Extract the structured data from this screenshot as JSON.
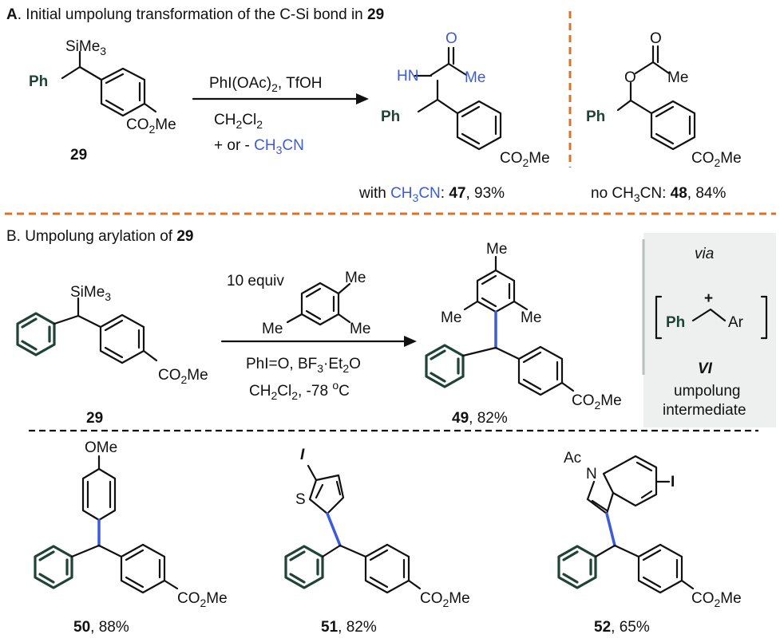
{
  "section_a": {
    "letter": "A",
    "title": ". Initial umpolung transformation of the C-Si bond in ",
    "title_num": "29",
    "reagent_line1": "PhI(OAc)",
    "reagent_line1_sub": "2",
    "reagent_line1_tail": ", TfOH",
    "reagent_solvent": "CH",
    "reagent_solvent_sub1": "2",
    "reagent_solvent_mid": "Cl",
    "reagent_solvent_sub2": "2",
    "reagent_option": "+ or - ",
    "reagent_acn": "CH",
    "reagent_acn_sub": "3",
    "reagent_acn_tail": "CN",
    "sm_label": "29",
    "yield_47_prefix": "with ",
    "yield_47_acn": "CH",
    "yield_47_acn_sub": "3",
    "yield_47_acn_tail": "CN",
    "yield_47_colon": ": ",
    "yield_47_num": "47",
    "yield_47_val": ", 93%",
    "yield_48_prefix": "no CH",
    "yield_48_sub": "3",
    "yield_48_tail": "CN: ",
    "yield_48_num": "48",
    "yield_48_val": ", 84%"
  },
  "section_b": {
    "title": "B. Umpolung arylation of ",
    "title_num": "29",
    "reagent_equiv": "10 equiv",
    "reagent_oxidant": "PhI=O, BF",
    "reagent_oxidant_sub": "3",
    "reagent_oxidant_tail": "·Et",
    "reagent_oxidant_sub2": "2",
    "reagent_oxidant_end": "O",
    "reagent_cond": "CH",
    "reagent_cond_sub1": "2",
    "reagent_cond_mid": "Cl",
    "reagent_cond_sub2": "2",
    "reagent_cond_temp": ", -78 ",
    "reagent_cond_deg": "o",
    "reagent_cond_unit": "C",
    "sm_label": "29",
    "product_num": "49",
    "product_val": ", 82%",
    "via": "via",
    "intermediate_label": "VI",
    "intermediate_desc1": "umpolung",
    "intermediate_desc2": "intermediate",
    "cation_charge": "+"
  },
  "atoms": {
    "SiMe": "SiMe",
    "three": "3",
    "Ph": "Ph",
    "CO": "CO",
    "two": "2",
    "Me": "Me",
    "HN": "HN",
    "O": "O",
    "OMe": "OMe",
    "I": "I",
    "S": "S",
    "N": "N",
    "Ac": "Ac",
    "Ar": "Ar"
  },
  "products": [
    {
      "num": "50",
      "val": ", 88%"
    },
    {
      "num": "51",
      "val": ", 82%"
    },
    {
      "num": "52",
      "val": ", 65%"
    }
  ],
  "colors": {
    "accent_blue": "#3b5bdb",
    "phenyl_green": "#1f4437",
    "divider_orange": "#d9732b",
    "panel_gray": "#eef0ef"
  }
}
